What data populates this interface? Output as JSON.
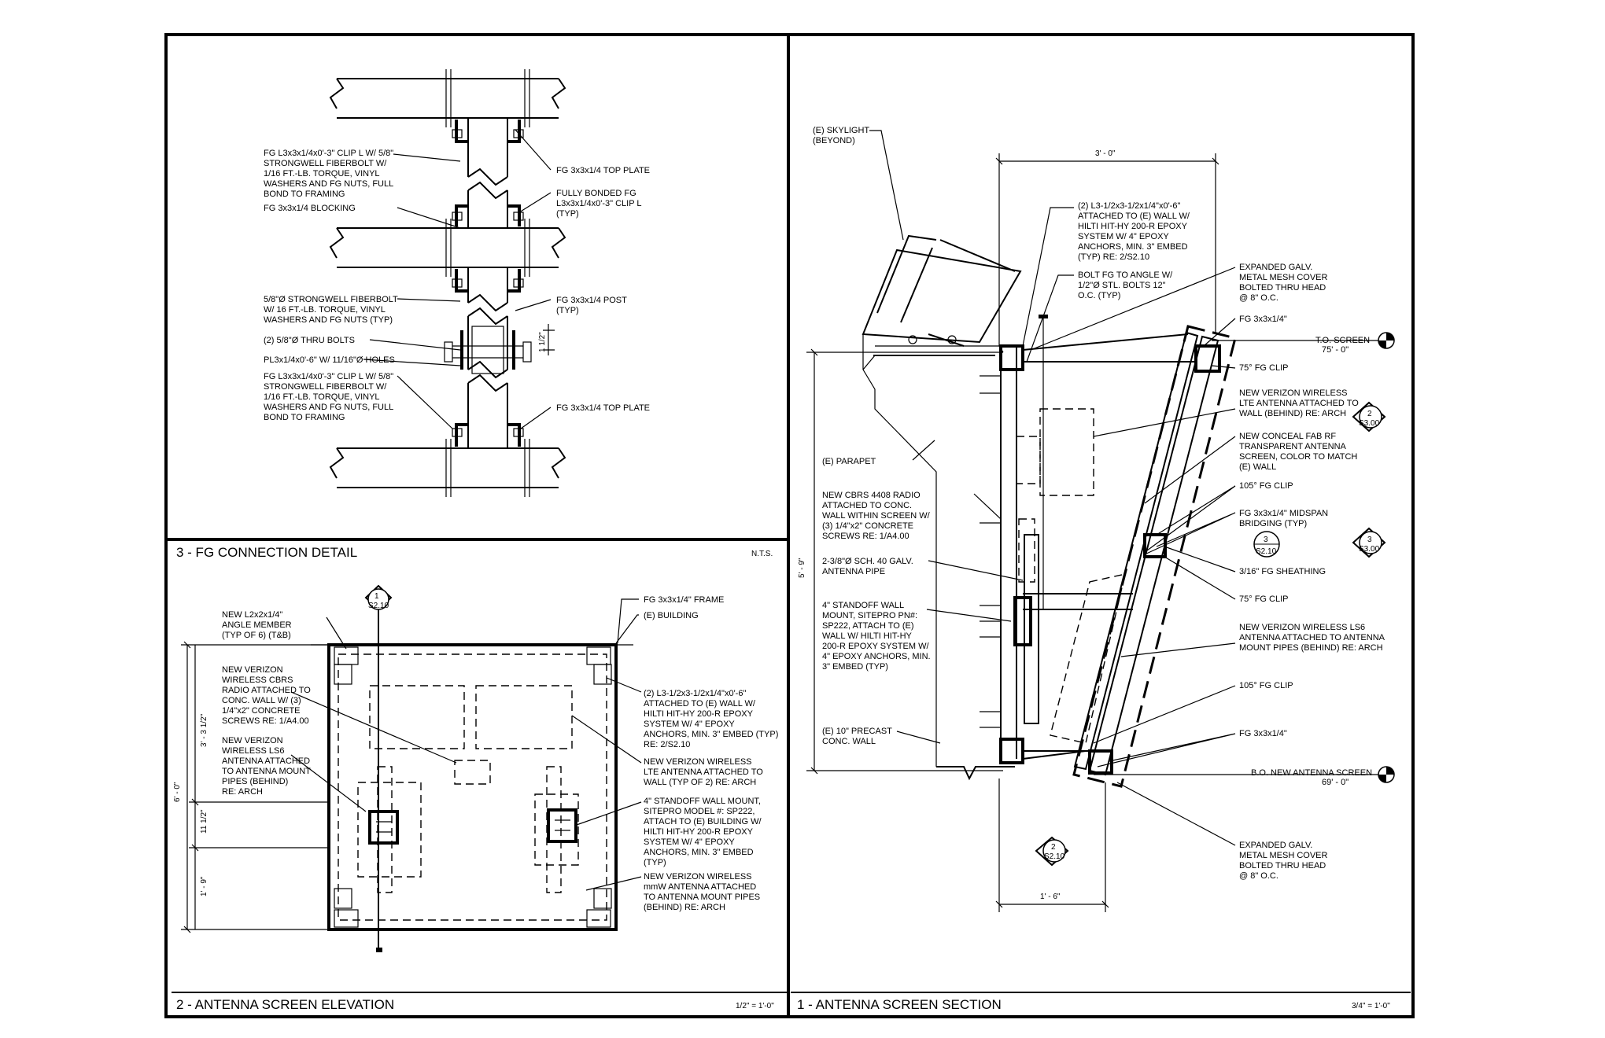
{
  "panels": {
    "detail3": {
      "title": "3 - FG CONNECTION DETAIL",
      "scale": "N.T.S.",
      "notes": {
        "clip_top": [
          "FG L3x3x1/4x0'-3\" CLIP L W/ 5/8\"",
          "STRONGWELL FIBERBOLT W/",
          "1/16 FT.-LB. TORQUE, VINYL",
          "WASHERS AND FG NUTS, FULL",
          "BOND TO FRAMING"
        ],
        "blocking": [
          "FG 3x3x1/4 BLOCKING"
        ],
        "fiberbolt": [
          "5/8\"Ø STRONGWELL FIBERBOLT",
          "W/ 16 FT.-LB. TORQUE, VINYL",
          "WASHERS AND FG NUTS (TYP)"
        ],
        "thru_bolts": [
          "(2) 5/8\"Ø THRU BOLTS"
        ],
        "plate": [
          "PL3x1/4x0'-6\" W/ 11/16\"Ø HOLES"
        ],
        "clip_bottom": [
          "FG L3x3x1/4x0'-3\" CLIP L W/ 5/8\"",
          "STRONGWELL FIBERBOLT W/",
          "1/16 FT.-LB. TORQUE, VINYL",
          "WASHERS AND FG NUTS, FULL",
          "BOND TO FRAMING"
        ],
        "top_plate_1": [
          "FG 3x3x1/4 TOP PLATE"
        ],
        "fully_bonded": [
          "FULLY  BONDED FG",
          "L3x3x1/4x0'-3\" CLIP L",
          "(TYP)"
        ],
        "post": [
          "FG 3x3x1/4 POST",
          "(TYP)"
        ],
        "top_plate_2": [
          "FG 3x3x1/4 TOP PLATE"
        ],
        "dim": "1 1/2\""
      }
    },
    "elev2": {
      "title": "2 - ANTENNA SCREEN ELEVATION",
      "scale": "1/2\" = 1'-0\"",
      "section_tag": {
        "num": "1",
        "sheet": "S2.10"
      },
      "dims": {
        "d1": "3' - 3 1/2\"",
        "d2": "11 1/2\"",
        "d3": "1' - 9\"",
        "total": "6' - 0\""
      },
      "notes": {
        "angle": [
          "NEW L2x2x1/4\"",
          "ANGLE MEMBER",
          "(TYP OF 6) (T&B)"
        ],
        "cbrs": [
          "NEW VERIZON",
          "WIRELESS CBRS",
          "RADIO ATTACHED TO",
          "CONC. WALL W/ (3)",
          "1/4\"x2\" CONCRETE",
          "SCREWS RE: 1/A4.00"
        ],
        "ls6": [
          "NEW VERIZON",
          "WIRELESS LS6",
          "ANTENNA ATTACHED",
          "TO ANTENNA MOUNT",
          "PIPES (BEHIND)",
          "RE: ARCH"
        ],
        "frame": [
          "FG 3x3x1/4\" FRAME"
        ],
        "building": [
          "(E) BUILDING"
        ],
        "l3": [
          "(2) L3-1/2x3-1/2x1/4\"x0'-6\"",
          "ATTACHED TO (E) WALL W/",
          "HILTI HIT-HY 200-R EPOXY",
          "SYSTEM W/ 4\" EPOXY",
          "ANCHORS, MIN. 3\" EMBED (TYP)",
          "RE: 2/S2.10"
        ],
        "lte": [
          "NEW VERIZON WIRELESS",
          "LTE ANTENNA ATTACHED TO",
          "WALL (TYP OF 2) RE: ARCH"
        ],
        "standoff": [
          "4\" STANDOFF WALL MOUNT,",
          "SITEPRO MODEL #: SP222,",
          "ATTACH TO (E) BUILDING W/",
          "HILTI HIT-HY 200-R EPOXY",
          "SYSTEM W/ 4\" EPOXY",
          "ANCHORS, MIN. 3\" EMBED",
          "(TYP)"
        ],
        "mmw": [
          "NEW VERIZON WIRELESS",
          "mmW ANTENNA ATTACHED",
          "TO ANTENNA MOUNT PIPES",
          "(BEHIND) RE: ARCH"
        ]
      }
    },
    "section1": {
      "title": "1 - ANTENNA SCREEN SECTION",
      "scale": "3/4\" = 1'-0\"",
      "dims": {
        "top": "3' - 0\"",
        "height": "5' - 9\"",
        "bottom": "1' - 6\""
      },
      "levels": {
        "to_screen": {
          "label": "T.O. SCREEN",
          "value": "75' - 0\""
        },
        "bo_screen": {
          "label": "B.O. NEW ANTENNA SCREEN",
          "value": "69' - 0\""
        }
      },
      "tags": {
        "t1": {
          "num": "2",
          "sheet": "S3.00"
        },
        "t2": {
          "num": "3",
          "sheet": "S3.00"
        },
        "t3": {
          "num": "3",
          "sheet": "S2.10"
        },
        "t4": {
          "num": "2",
          "sheet": "S2.10"
        }
      },
      "notes": {
        "skylight": [
          "(E) SKYLIGHT",
          "(BEYOND)"
        ],
        "l3": [
          "(2) L3-1/2x3-1/2x1/4\"x0'-6\"",
          "ATTACHED TO (E) WALL W/",
          "HILTI HIT-HY 200-R EPOXY",
          "SYSTEM W/ 4\" EPOXY",
          "ANCHORS, MIN. 3\" EMBED",
          "(TYP) RE: 2/S2.10"
        ],
        "bolt": [
          "BOLT FG TO ANGLE W/",
          "1/2\"Ø STL. BOLTS 12\"",
          "O.C. (TYP)"
        ],
        "parapet": [
          "(E) PARAPET"
        ],
        "cbrs": [
          "NEW CBRS 4408 RADIO",
          "ATTACHED TO CONC.",
          "WALL WITHIN SCREEN W/",
          "(3) 1/4\"x2\" CONCRETE",
          "SCREWS RE: 1/A4.00"
        ],
        "pipe": [
          "2-3/8\"Ø SCH. 40 GALV.",
          "ANTENNA PIPE"
        ],
        "standoff": [
          "4\" STANDOFF WALL",
          "MOUNT, SITEPRO PN#:",
          "SP222, ATTACH TO (E)",
          "WALL W/ HILTI HIT-HY",
          "200-R EPOXY SYSTEM W/",
          "4\" EPOXY ANCHORS, MIN.",
          "3\" EMBED (TYP)"
        ],
        "precast": [
          "(E) 10\" PRECAST",
          "CONC. WALL"
        ],
        "mesh_top": [
          "EXPANDED GALV.",
          "METAL MESH COVER",
          "BOLTED THRU HEAD",
          "@ 8\" O.C."
        ],
        "fg_top": [
          "FG 3x3x1/4\""
        ],
        "clip75a": [
          "75° FG CLIP"
        ],
        "lte": [
          "NEW VERIZON WIRELESS",
          "LTE ANTENNA ATTACHED TO",
          "WALL (BEHIND) RE: ARCH"
        ],
        "conceal": [
          "NEW CONCEAL FAB RF",
          "TRANSPARENT ANTENNA",
          "SCREEN, COLOR TO MATCH",
          "(E) WALL"
        ],
        "clip105a": [
          "105° FG CLIP"
        ],
        "midspan": [
          "FG 3x3x1/4\" MIDSPAN",
          "BRIDGING (TYP)"
        ],
        "sheathing": [
          "3/16\" FG SHEATHING"
        ],
        "clip75b": [
          "75° FG CLIP"
        ],
        "ls6": [
          "NEW VERIZON WIRELESS LS6",
          "ANTENNA ATTACHED TO ANTENNA",
          "MOUNT PIPES (BEHIND) RE: ARCH"
        ],
        "clip105b": [
          "105° FG CLIP"
        ],
        "fg_bot": [
          "FG 3x3x1/4\""
        ],
        "mesh_bot": [
          "EXPANDED GALV.",
          "METAL MESH COVER",
          "BOLTED THRU HEAD",
          "@ 8\" O.C."
        ]
      }
    }
  }
}
